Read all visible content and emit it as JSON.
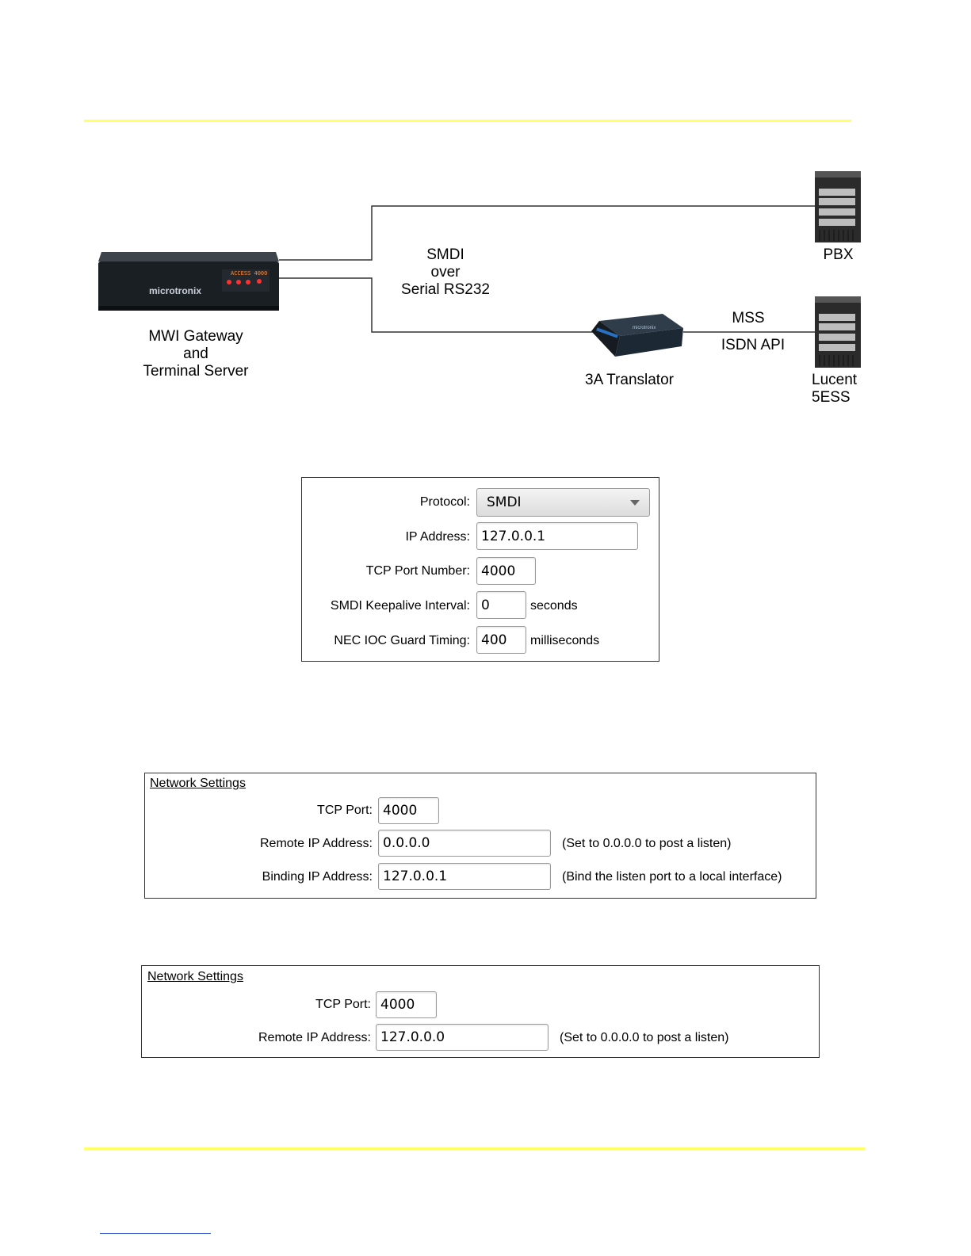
{
  "diagram": {
    "gateway_label": [
      "MWI Gateway",
      "and",
      "Terminal Server"
    ],
    "gateway_brand": "microtronix",
    "gateway_display": "ACCESS 4000",
    "link_label": [
      "SMDI",
      "over",
      "Serial RS232"
    ],
    "translator_label": "3A Translator",
    "translator_brand": "microtronix",
    "pbx_label": "PBX",
    "switch_label": [
      "Lucent",
      "5ESS"
    ],
    "mss_label": "MSS",
    "isdn_label": "ISDN API"
  },
  "smdi_panel": {
    "protocol_label": "Protocol:",
    "protocol_value": "SMDI",
    "ip_label": "IP Address:",
    "ip_value": "127.0.0.1",
    "port_label": "TCP Port Number:",
    "port_value": "4000",
    "keepalive_label": "SMDI Keepalive Interval:",
    "keepalive_value": "0",
    "keepalive_unit": "seconds",
    "guard_label": "NEC IOC Guard Timing:",
    "guard_value": "400",
    "guard_unit": "milliseconds"
  },
  "network_panel_1": {
    "title": "Network Settings",
    "port_label": "TCP Port:",
    "port_value": "4000",
    "remote_label": "Remote IP Address:",
    "remote_value": "0.0.0.0",
    "remote_hint": "(Set to 0.0.0.0 to post a listen)",
    "binding_label": "Binding IP Address:",
    "binding_value": "127.0.0.1",
    "binding_hint": "(Bind the listen port to a local interface)"
  },
  "network_panel_2": {
    "title": "Network Settings",
    "port_label": "TCP Port:",
    "port_value": "4000",
    "remote_label": "Remote IP Address:",
    "remote_value": "127.0.0.0",
    "remote_hint": "(Set to 0.0.0.0 to post a listen)"
  },
  "colors": {
    "rule": "#ffff66",
    "device_body": "#1a1f24",
    "led": "#ff3030",
    "server": "#3a3a3a"
  }
}
